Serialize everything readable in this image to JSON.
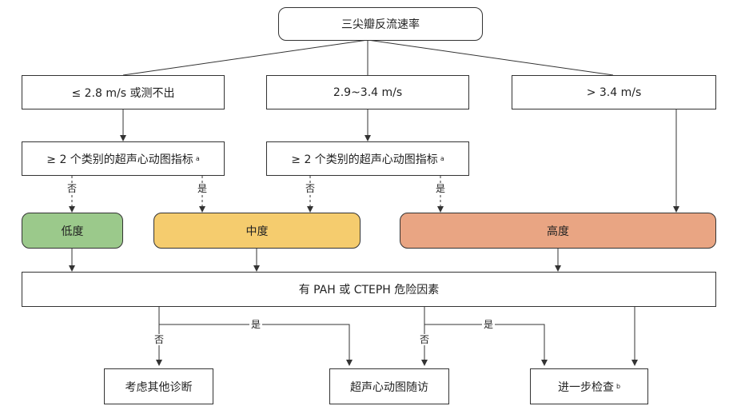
{
  "diagram": {
    "title": "三尖瓣反流速率",
    "tr_low": "≤ 2.8 m/s 或测不出",
    "tr_mid": "2.9~3.4 m/s",
    "tr_high": "> 3.4 m/s",
    "echo_criteria": "≥ 2 个类别的超声心动图指标",
    "note_a": "a",
    "note_b": "b",
    "yes": "是",
    "no": "否",
    "level_low": "低度",
    "level_mid": "中度",
    "level_high": "高度",
    "risk_factors": "有 PAH 或 CTEPH 危险因素",
    "out_consider": "考虑其他诊断",
    "out_followup": "超声心动图随访",
    "out_further": "进一步检查",
    "colors": {
      "low": "#9bc98b",
      "mid": "#f5cc6e",
      "high": "#e9a583",
      "line": "#333333"
    }
  }
}
